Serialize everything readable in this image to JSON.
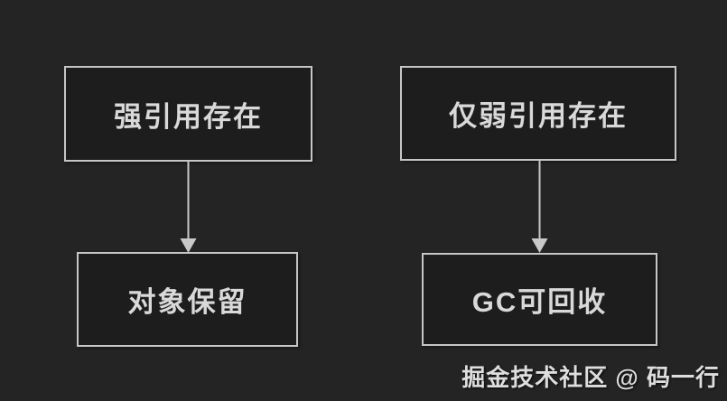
{
  "diagram": {
    "type": "flowchart",
    "nodes": [
      {
        "id": "strong-ref",
        "label": "强引用存在"
      },
      {
        "id": "weak-ref",
        "label": "仅弱引用存在"
      },
      {
        "id": "retained",
        "label": "对象保留"
      },
      {
        "id": "gc",
        "label": "GC可回收"
      }
    ],
    "edges": [
      {
        "from": "strong-ref",
        "to": "retained",
        "style": "arrow-down"
      },
      {
        "from": "weak-ref",
        "to": "gc",
        "style": "arrow-down"
      }
    ]
  },
  "watermark": {
    "text": "掘金技术社区 @ 码一行"
  },
  "colors": {
    "background": "#242424",
    "node_fill": "#1d1d1d",
    "node_border": "#c6c6c6",
    "text": "#d9d9d9",
    "arrow": "#c9c9c9",
    "watermark": "#dedede"
  }
}
